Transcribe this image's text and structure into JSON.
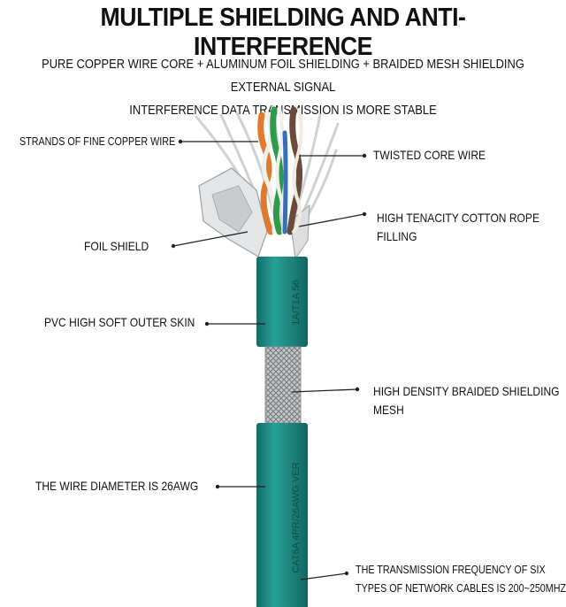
{
  "header": {
    "title": "MULTIPLE SHIELDING AND ANTI-INTERFERENCE",
    "subtitle_line1": "PURE COPPER WIRE CORE + ALUMINUM FOIL SHIELDING + BRAIDED MESH SHIELDING EXTERNAL SIGNAL",
    "subtitle_line2": "INTERFERENCE DATA TRANSMISSION IS MORE STABLE"
  },
  "callouts": {
    "copper_strands": "STRANDS OF FINE COPPER WIRE",
    "twisted_core": "TWISTED CORE WIRE",
    "cotton_rope_1": "HIGH TENACITY COTTON ROPE",
    "cotton_rope_2": "FILLING",
    "foil_shield": "FOIL SHIELD",
    "outer_skin": "PVC HIGH SOFT OUTER SKIN",
    "braided_mesh_1": "HIGH DENSITY BRAIDED SHIELDING",
    "braided_mesh_2": "MESH",
    "wire_diameter": "THE WIRE DIAMETER IS 26AWG",
    "frequency_1": "THE TRANSMISSION FREQUENCY OF SIX",
    "frequency_2": "TYPES OF NETWORK CABLES IS 200~250MHZ"
  },
  "cable_print": {
    "upper_jacket": "1A/T1A 56",
    "lower_jacket": "CAT6A 4PR/26AWG VER"
  },
  "colors": {
    "jacket": "#1f8a84",
    "jacket_dark": "#146b66",
    "braid": "#b9bcbe",
    "foil": "#d8dadb",
    "pair_orange": "#e07a2e",
    "pair_green": "#2e9a4a",
    "pair_brown": "#6a4a3a",
    "pair_blue": "#3a6fb8",
    "line": "#222222"
  }
}
